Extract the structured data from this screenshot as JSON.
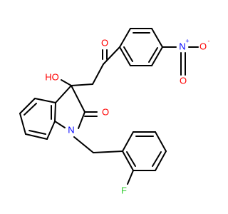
{
  "molecule": {
    "atoms": {
      "ketone_oxygen": "O",
      "nitro_nitrogen": "N",
      "nitro_oxygen_1": "O",
      "nitro_oxygen_2": "O",
      "nitro_n_charge": "+",
      "nitro_o_charge": "-",
      "hydroxyl": "HO",
      "lactam_oxygen": "O",
      "ring_nitrogen": "N",
      "fluorine": "F"
    },
    "colors": {
      "bond": "#000000",
      "oxygen": "#ff0000",
      "nitrogen": "#0000ff",
      "fluorine": "#33cc33"
    }
  }
}
